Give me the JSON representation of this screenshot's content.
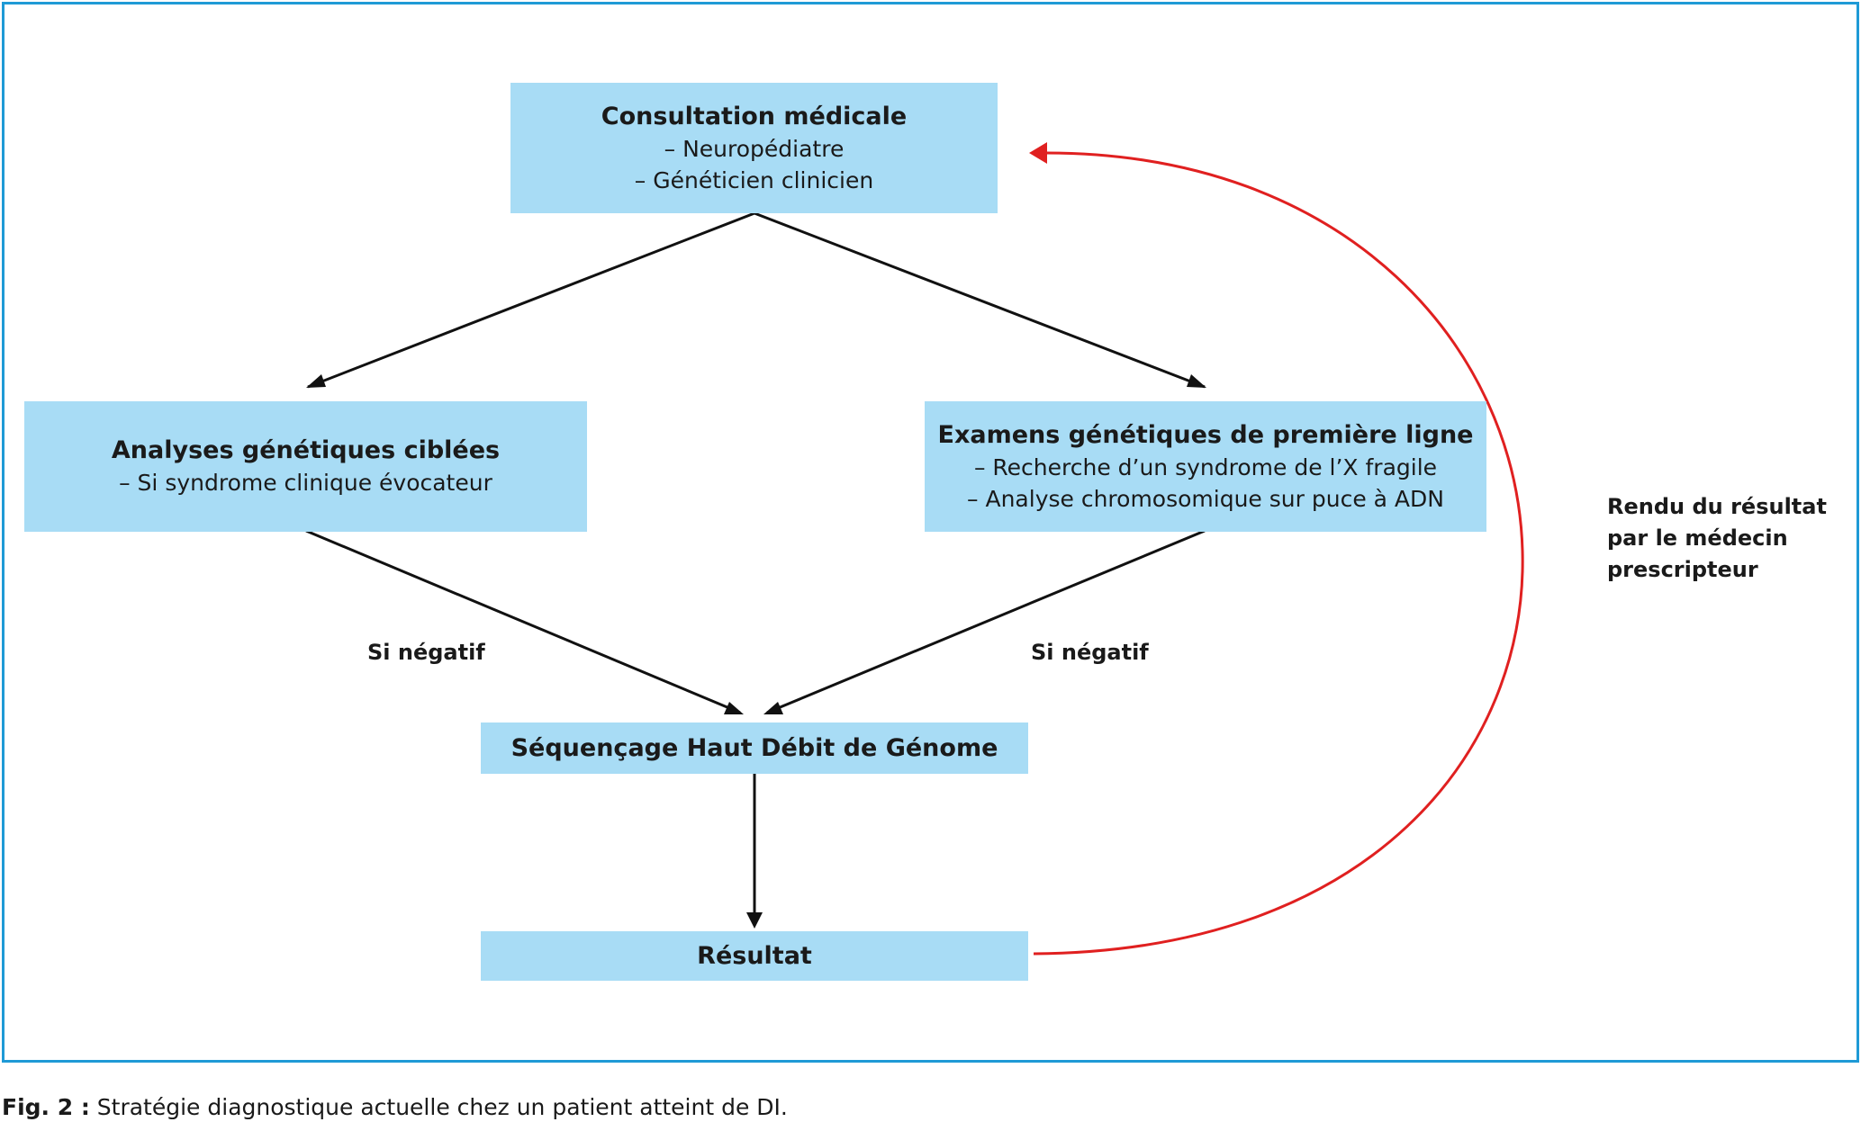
{
  "boxes": {
    "consultation": {
      "title": "Consultation médicale",
      "lines": [
        "– Neuropédiatre",
        "– Généticien clinicien"
      ]
    },
    "analyses": {
      "title": "Analyses génétiques ciblées",
      "lines": [
        "– Si syndrome clinique évocateur"
      ]
    },
    "examens": {
      "title": "Examens génétiques de première ligne",
      "lines": [
        "– Recherche d’un syndrome de l’X fragile",
        "– Analyse chromosomique sur puce à ADN"
      ]
    },
    "sequencage": {
      "title": "Séquençage Haut Débit de Génome"
    },
    "resultat": {
      "title": "Résultat"
    }
  },
  "edge_labels": {
    "left_negative": "Si négatif",
    "right_negative": "Si négatif",
    "feedback": [
      "Rendu du résultat",
      "par le médecin",
      "prescripteur"
    ]
  },
  "caption": {
    "number": "Fig. 2 :",
    "text": " Stratégie diagnostique actuelle chez un patient atteint de DI."
  },
  "colors": {
    "box_fill": "#a8dcf5",
    "frame": "#1f9ad6",
    "arrow": "#111111",
    "feedback_arrow": "#e02020"
  }
}
